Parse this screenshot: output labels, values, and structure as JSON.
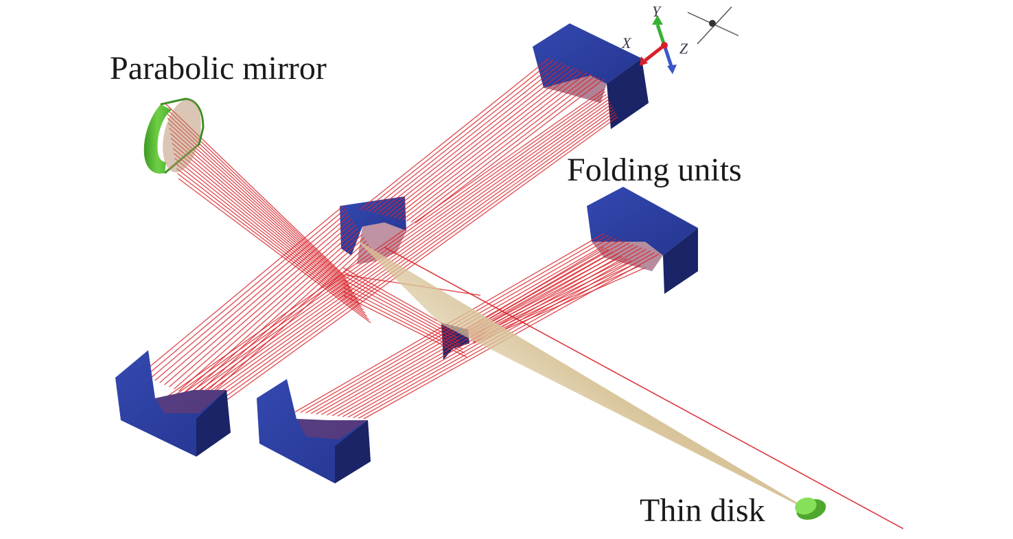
{
  "labels": {
    "parabolic_mirror": "Parabolic mirror",
    "folding_units": "Folding units",
    "thin_disk": "Thin disk"
  },
  "axes": {
    "x": "X",
    "y": "Y",
    "z": "Z"
  },
  "icons": [
    "parabolic-mirror-icon",
    "folding-unit-icon",
    "thin-disk-icon",
    "axis-triad-icon",
    "crosshair-icon"
  ],
  "colors": {
    "beam_red": "#d9252b",
    "beam_cone": "#d8c49a",
    "folding_unit_face": "#2a3c99",
    "folding_unit_side": "#1a2466",
    "parabolic_mirror": "#5ac234",
    "thin_disk": "#72d445",
    "axis_x": "#d8202a",
    "axis_y": "#36b035",
    "axis_z": "#3a56c8"
  }
}
